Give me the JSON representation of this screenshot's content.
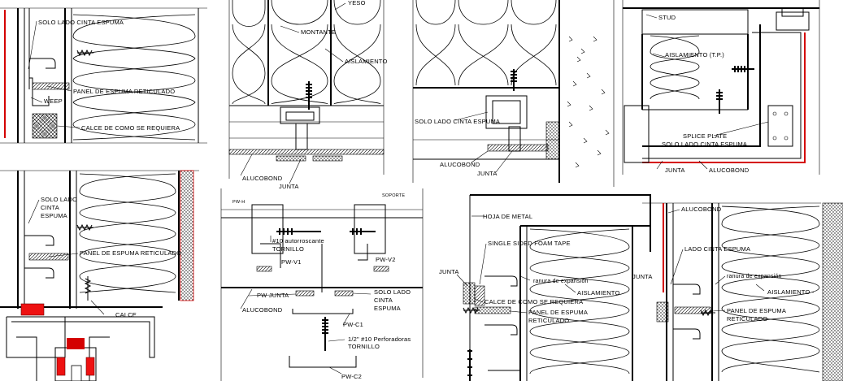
{
  "title": "",
  "colors": {
    "ink": "#000000",
    "accent": "#d40000",
    "paper": "#ffffff"
  },
  "details": {
    "d1": {
      "labels": [
        "SOLO LADO CINTA ESPUMA",
        "PANEL DE ESPUMA RETICULADO",
        "WEEP",
        "CALCE DE COMO SE REQUIERA"
      ]
    },
    "d2": {
      "labels": [
        "YESO",
        "MONTANTE",
        "AISLAMIENTO",
        "ALUCOBOND",
        "JUNTA",
        "SOPORTE"
      ]
    },
    "d3": {
      "labels": [
        "SOLO LADO CINTA ESPUMA",
        "ALUCOBOND",
        "JUNTA"
      ]
    },
    "d4": {
      "labels": [
        "STUD",
        "AISLAMIENTO (T.P.)",
        "SPLICE PLATE",
        "SOLO LADO CINTA ESPUMA",
        "JUNTA",
        "ALUCOBOND"
      ]
    },
    "d5": {
      "labels": [
        "SOLO LADO",
        "CINTA",
        "ESPUMA",
        "PANEL DE ESPUMA RETICULADO",
        "CALCE"
      ]
    },
    "d6": {
      "labels": [
        "PW-H",
        "#10 autorroscante",
        "TORNILLO",
        "PW-V1",
        "PW-V2",
        "PW JUNTA",
        "SOLO LADO",
        "CINTA",
        "ESPUMA",
        "ALUCOBOND",
        "PW-C1",
        "1/2\" #10 Perforadoras",
        "TORNILLO",
        "PW-C2"
      ]
    },
    "d7": {
      "labels": [
        "HOJA DE METAL",
        "SINGLE SIDED FOAM TAPE",
        "JUNTA",
        "ranura de expansión",
        "AISLAMIENTO",
        "CALCE DE COMO SE REQUIERA",
        "PANEL DE ESPUMA",
        "RETICULADO",
        "JUNTA"
      ]
    },
    "d8": {
      "labels": [
        "ALUCOBOND",
        "LADO CINTA ESPUMA",
        "ranura de expansión",
        "AISLAMIENTO -",
        "PANEL DE ESPUMA",
        "RETICULADO"
      ]
    }
  }
}
